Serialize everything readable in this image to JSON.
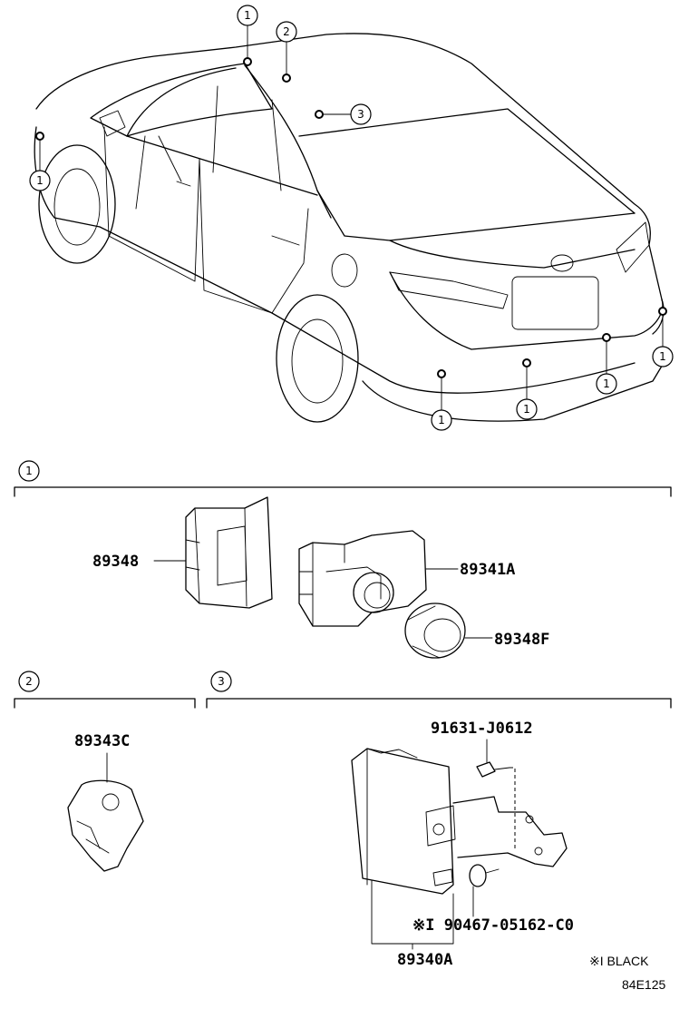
{
  "callout_numbers": {
    "c1": "1",
    "c2": "2",
    "c3": "3"
  },
  "sections": [
    {
      "label": "1"
    },
    {
      "label": "2"
    },
    {
      "label": "3"
    }
  ],
  "parts": {
    "p89348": "89348",
    "p89341A": "89341A",
    "p89348F": "89348F",
    "p89343C": "89343C",
    "p91631": "91631-J0612",
    "p90467": "※I 90467-05162-C0",
    "p89340A": "89340A"
  },
  "legend_note": "※I BLACK",
  "diagram_code": "84E125",
  "icons": [
    "parking-sensor",
    "sensor-holder",
    "sensor-bezel",
    "dashboard-switch",
    "control-module",
    "screw",
    "bolt",
    "bracket"
  ]
}
